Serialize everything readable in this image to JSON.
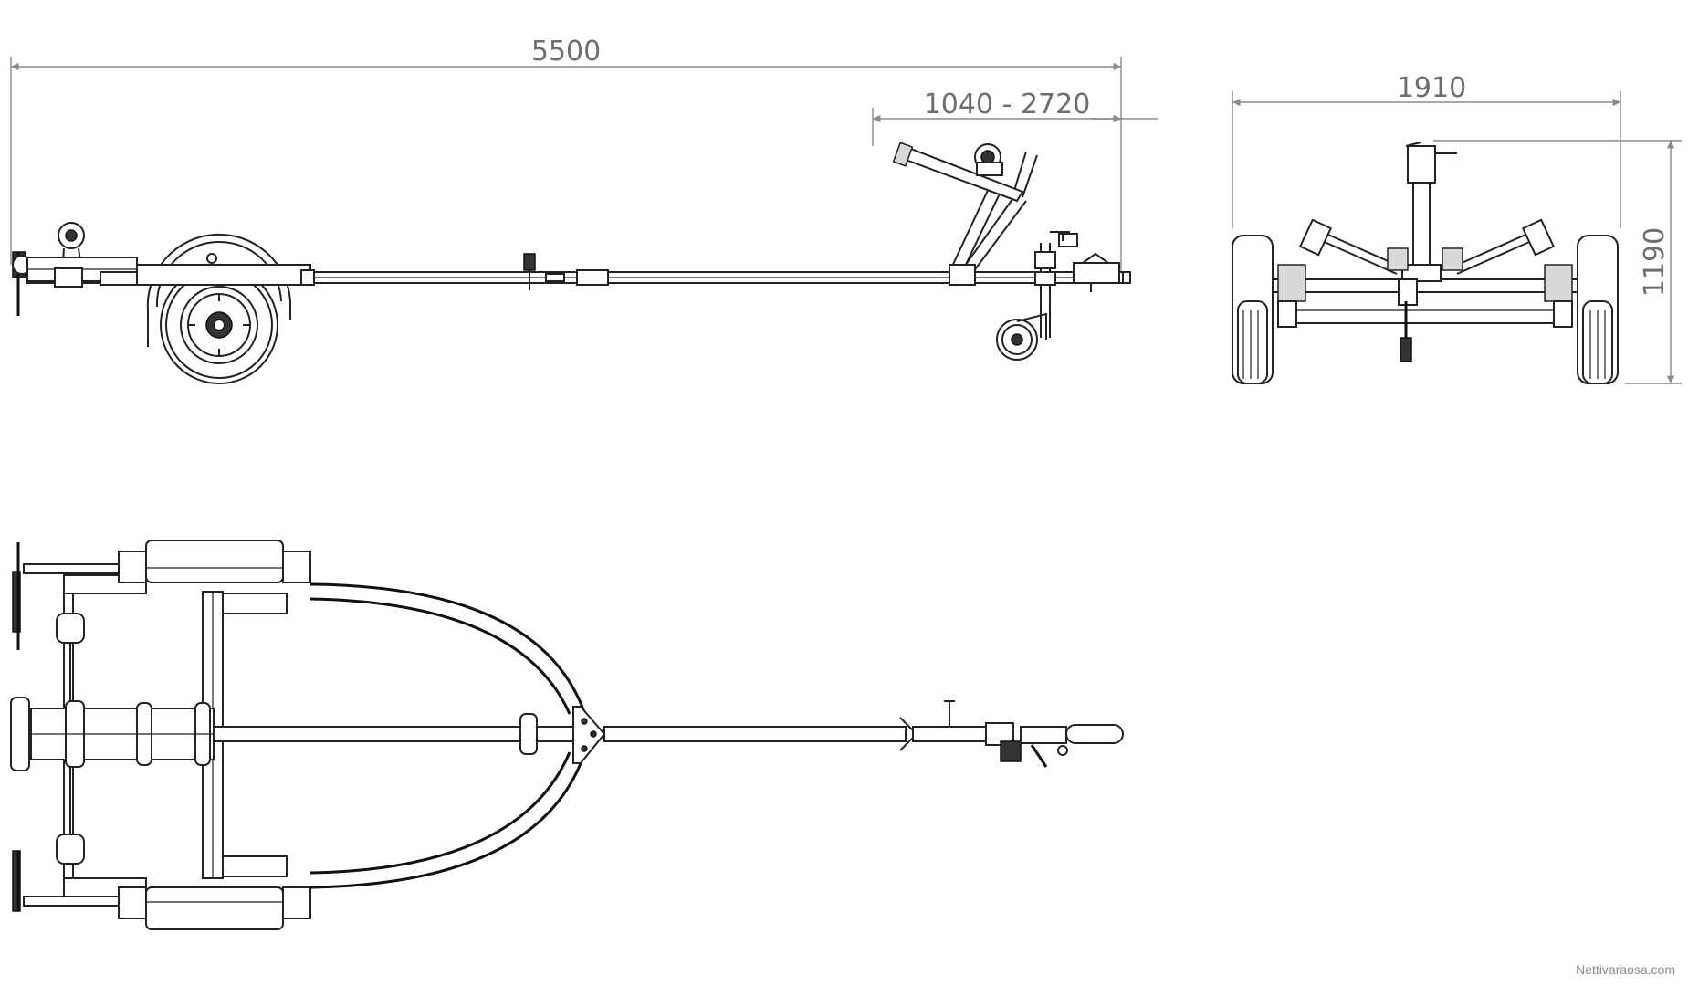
{
  "dimensions": {
    "total_length": "5500",
    "drawbar_range": "1040 - 2720",
    "width": "1910",
    "height": "1190"
  },
  "watermark": "Nettivaraosa.com",
  "colors": {
    "line": "#222222",
    "dimension": "#8a8a8a",
    "background": "#ffffff"
  }
}
